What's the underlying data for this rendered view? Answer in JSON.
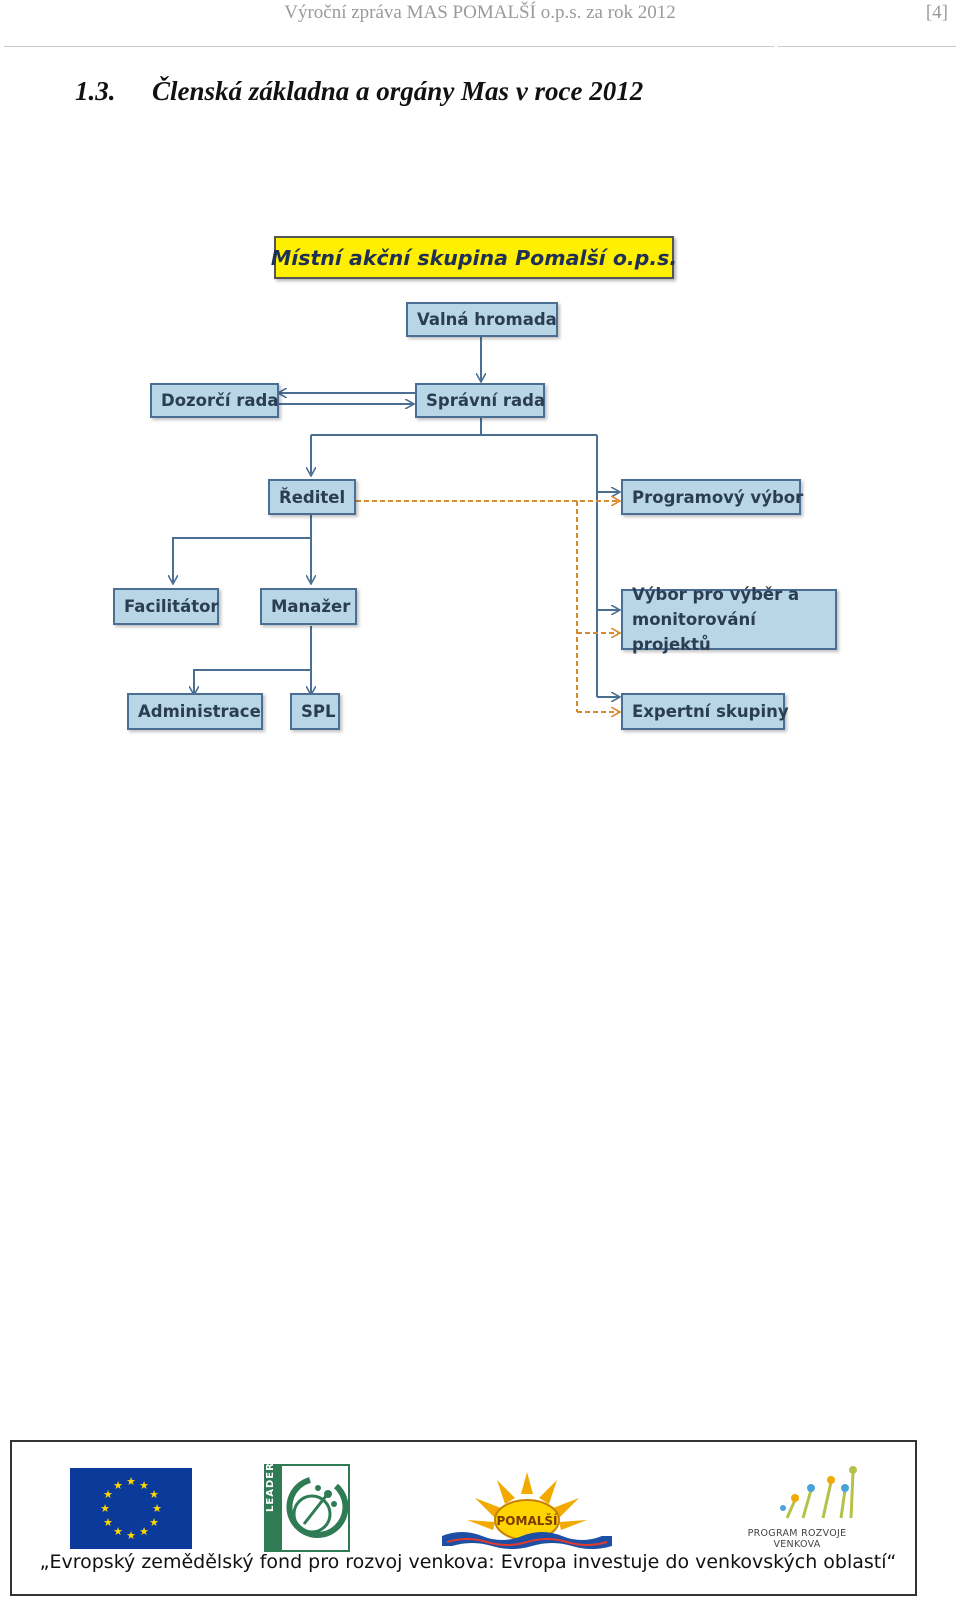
{
  "header": {
    "title": "Výroční zpráva MAS POMALŠÍ o.p.s. za rok 2012",
    "page_number": "[4]"
  },
  "section": {
    "number": "1.3.",
    "title": "Členská základna a orgány Mas v roce 2012"
  },
  "org_chart": {
    "title": "Místní akční skupina Pomalší o.p.s.",
    "nodes": {
      "valna": "Valná hromada",
      "dozorci": "Dozorčí rada",
      "spravni": "Správní rada",
      "reditel": "Ředitel",
      "programovy": "Programový výbor",
      "facilitator": "Facilitátor",
      "manazer": "Manažer",
      "vyber_line1": "Výbor pro výběr a",
      "vyber_line2": "monitorování projektů",
      "administrace": "Administrace",
      "spl": "SPL",
      "expertni": "Expertní skupiny"
    },
    "colors": {
      "box_fill": "#b9d6e7",
      "box_border": "#4a6f92",
      "connector": "#4a6f92",
      "dashed_connector": "#d88a2e",
      "title_fill": "#ffef00"
    }
  },
  "footer": {
    "caption": "„Evropský zemědělský fond pro rozvoj venkova: Evropa investuje do venkovských oblastí“",
    "leader_logo_text": "LEADER",
    "prv_logo_text": "PROGRAM ROZVOJE VENKOVA",
    "pomalsi_logo_text": "POMALŠÍ",
    "logos": [
      "eu-flag-icon",
      "leader-logo-icon",
      "pomalsi-sun-logo-icon",
      "program-rozvoje-venkova-logo-icon"
    ]
  }
}
